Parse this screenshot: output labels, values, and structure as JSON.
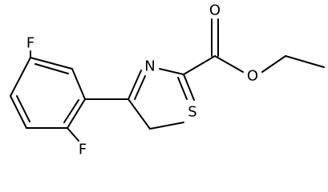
{
  "molecule": {
    "atoms": {
      "f_top": "F",
      "f_bottom": "F",
      "n_ring": "N",
      "s_ring": "S",
      "o_carbonyl": "O",
      "o_ester": "O"
    },
    "colors": {
      "bond": "#000000",
      "label": "#000000",
      "background": "#ffffff"
    }
  }
}
